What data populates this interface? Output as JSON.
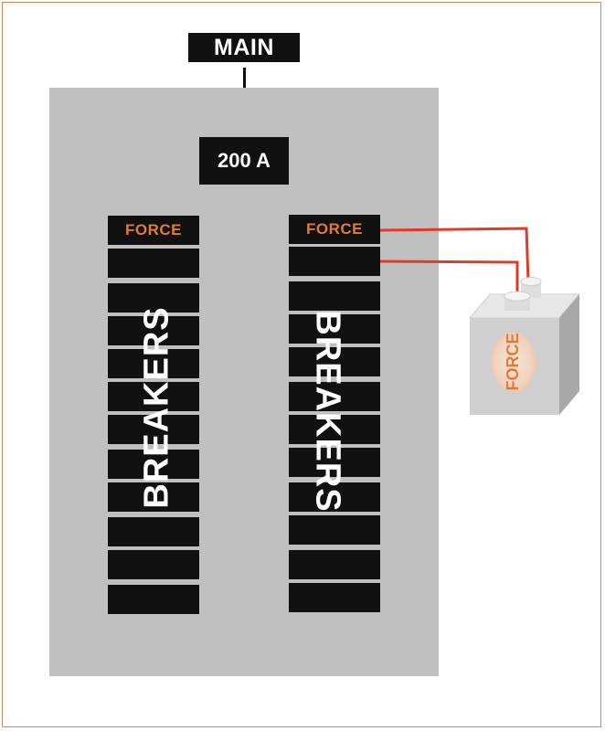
{
  "diagram": {
    "main_label": "MAIN",
    "main_breaker_rating": "200 A",
    "left_column": {
      "label": "BREAKERS",
      "breakers": [
        "FORCE",
        "",
        "",
        "",
        "",
        "",
        "",
        "",
        "",
        "",
        "",
        ""
      ]
    },
    "right_column": {
      "label": "BREAKERS",
      "breakers": [
        "FORCE",
        "",
        "",
        "",
        "",
        "",
        "",
        "",
        "",
        "",
        "",
        ""
      ]
    },
    "device": {
      "label": "FORCE",
      "icon": "electrical-device-box-icon"
    },
    "colors": {
      "frame": "#d08a5a",
      "panel": "#c0c0c0",
      "breaker": "#111111",
      "accent": "#e07b39",
      "wire": "#e03a2b"
    }
  }
}
